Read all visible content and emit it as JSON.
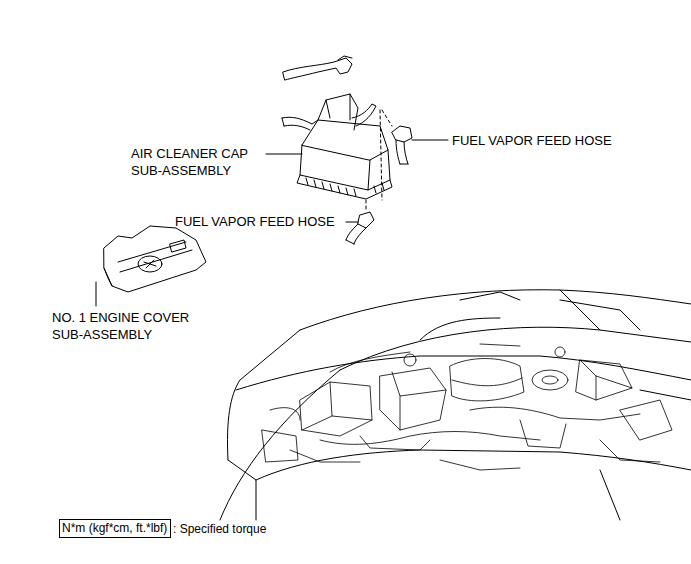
{
  "diagram": {
    "nodes": [
      {
        "text": [
          "N*m (kgf*cm, ft.*lbf)"
        ]
      }
    ],
    "labels": [
      "AIR CLEANER CAP SUB-ASSEMBLY",
      "FUEL VAPOR FEED HOSE",
      "FUEL VAPOR FEED HOSE",
      "NO. 1 ENGINE COVER SUB-ASSEMBLY",
      ": Specified torque"
    ]
  }
}
